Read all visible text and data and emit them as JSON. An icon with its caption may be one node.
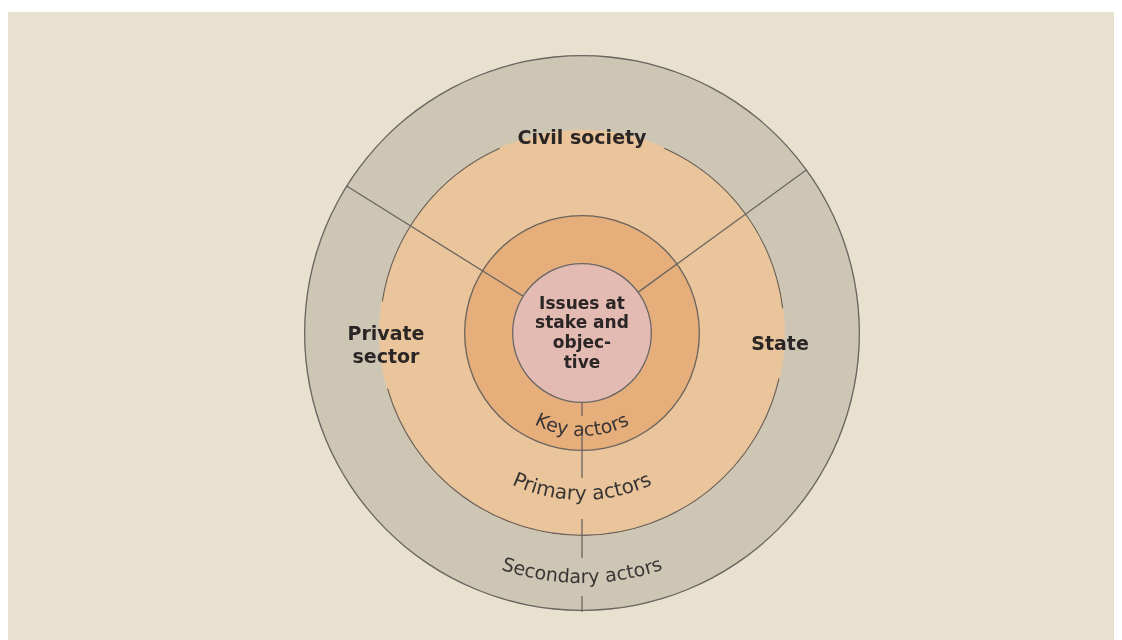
{
  "diagram": {
    "nodes": [
      {
        "text": [
          "Secondary actors"
        ]
      },
      {
        "text": [
          "Primary actors"
        ],
        "in": 0
      },
      {
        "text": [
          "Key actors"
        ],
        "in": 1
      },
      {
        "text": [
          "Issues at stake and objec- tive"
        ],
        "in": 2
      }
    ],
    "edges": [],
    "labels": [
      "Civil society",
      "Private sector",
      "State"
    ]
  }
}
